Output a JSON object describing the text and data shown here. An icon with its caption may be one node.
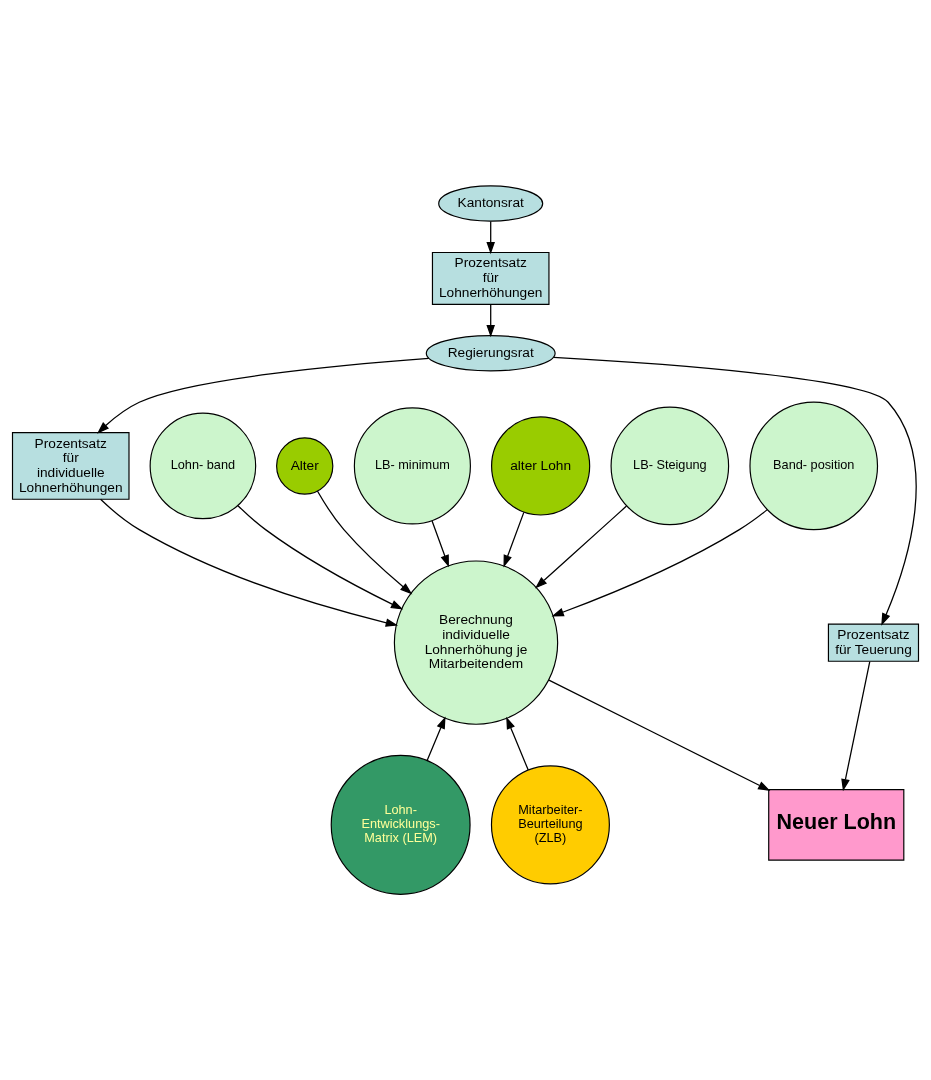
{
  "diagram": {
    "nodes": [
      {
        "text": [
          "Kantonsrat"
        ]
      },
      {
        "text": [
          "Prozentsatz für Lohnerhöhungen"
        ]
      },
      {
        "text": [
          "Regierungsrat"
        ]
      },
      {
        "text": [
          "Prozentsatz für individuelle Lohnerhöhungen"
        ]
      },
      {
        "text": [
          "Prozentsatz für Teuerung"
        ]
      },
      {
        "text": [
          "Lohn- band"
        ]
      },
      {
        "text": [
          "Alter"
        ]
      },
      {
        "text": [
          "LB- minimum"
        ]
      },
      {
        "text": [
          "alter Lohn"
        ]
      },
      {
        "text": [
          "Berechnung individuelle Lohnerhöhung je Mitarbeitendem"
        ]
      },
      {
        "text": [
          "Neuer Lohn"
        ]
      },
      {
        "text": [
          "LB- Steigung"
        ]
      },
      {
        "text": [
          "Band- position"
        ]
      },
      {
        "text": [
          "Lohn- Entwicklungs- Matrix (LEM)"
        ]
      },
      {
        "text": [
          "Mitarbeiter- Beurteilung (ZLB)"
        ]
      }
    ],
    "edges": [
      {
        "from": 0,
        "to": 1,
        "arrow": "to"
      },
      {
        "from": 1,
        "to": 2,
        "arrow": "to"
      },
      {
        "from": 2,
        "to": 3,
        "arrow": "to"
      },
      {
        "from": 2,
        "to": 4,
        "arrow": "to"
      },
      {
        "from": 3,
        "to": 9,
        "arrow": "to"
      },
      {
        "from": 4,
        "to": 10,
        "arrow": "to"
      },
      {
        "from": 6,
        "to": 9,
        "arrow": "to"
      },
      {
        "from": 8,
        "to": 9,
        "arrow": "to"
      },
      {
        "from": 5,
        "to": 9,
        "arrow": "to"
      },
      {
        "from": 7,
        "to": 9,
        "arrow": "to"
      },
      {
        "from": 11,
        "to": 9,
        "arrow": "to"
      },
      {
        "from": 12,
        "to": 9,
        "arrow": "to"
      },
      {
        "from": 13,
        "to": 9,
        "arrow": "to"
      },
      {
        "from": 14,
        "to": 9,
        "arrow": "to"
      },
      {
        "from": 9,
        "to": 10,
        "arrow": "to"
      }
    ]
  }
}
